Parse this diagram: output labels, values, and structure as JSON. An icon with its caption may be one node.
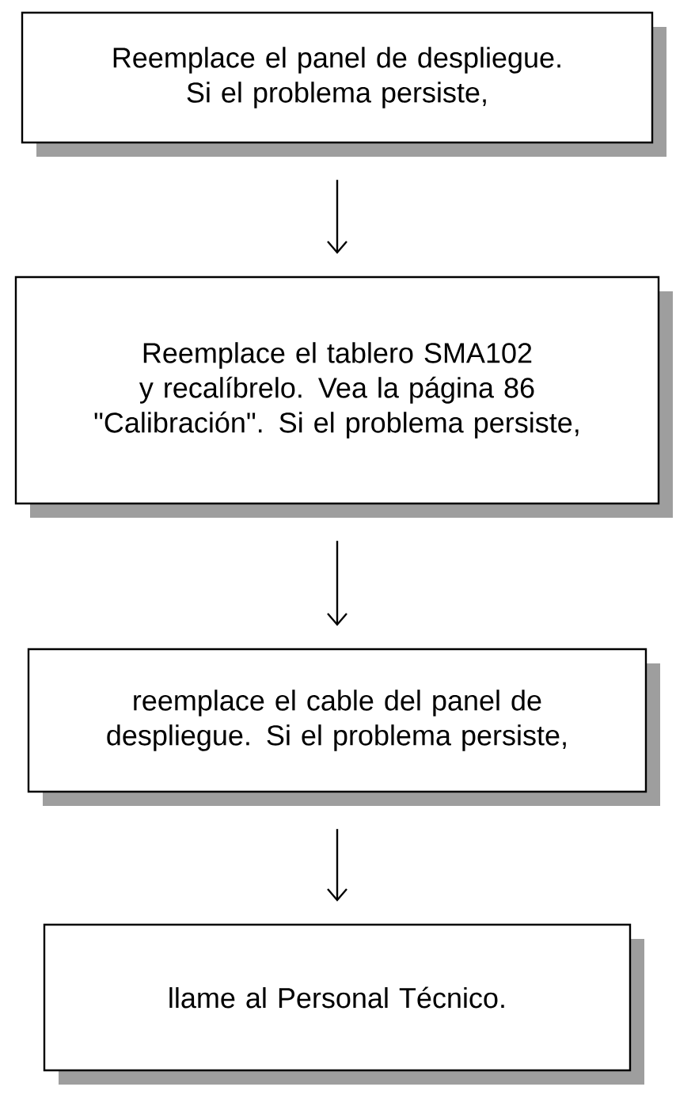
{
  "diagram": {
    "nodes": [
      {
        "text": [
          "Reemplace el panel de despliegue. Si el problema persiste,"
        ]
      },
      {
        "text": [
          "Reemplace el tablero SMA102 y recalíbrelo. Vea la página 86 \"Calibración\". Si el problema persiste,"
        ]
      },
      {
        "text": [
          "reemplace el cable del panel de despliegue. Si el problema persiste,"
        ]
      },
      {
        "text": [
          "llame al Personal Técnico."
        ]
      }
    ],
    "edges": [
      {
        "from": 0,
        "to": 1,
        "arrow": "to"
      },
      {
        "from": 1,
        "to": 2,
        "arrow": "to"
      },
      {
        "from": 2,
        "to": 3,
        "arrow": "to"
      }
    ]
  }
}
